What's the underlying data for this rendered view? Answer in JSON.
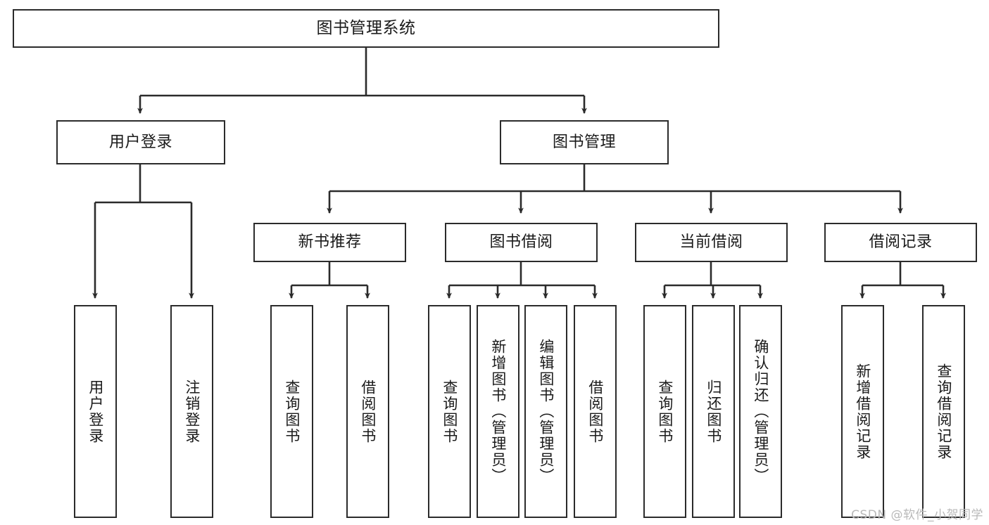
{
  "diagram": {
    "title": "图书管理系统",
    "watermark": "CSDN @软件_小贺同学",
    "stroke_color": "#2b2b2b",
    "background_color": "#ffffff",
    "text_color": "#1a1a1a",
    "watermark_color": "#b9b9b9"
  },
  "nodes": {
    "root": {
      "label": "图书管理系统"
    },
    "level2": [
      {
        "label": "用户登录"
      },
      {
        "label": "图书管理"
      }
    ],
    "level3": [
      {
        "label": "新书推荐"
      },
      {
        "label": "图书借阅"
      },
      {
        "label": "当前借阅"
      },
      {
        "label": "借阅记录"
      }
    ],
    "leaves": [
      {
        "label": "用户登录"
      },
      {
        "label": "注销登录"
      },
      {
        "label": "查询图书"
      },
      {
        "label": "借阅图书"
      },
      {
        "label": "查询图书"
      },
      {
        "label": "新增图书（管理员）"
      },
      {
        "label": "编辑图书（管理员）"
      },
      {
        "label": "借阅图书"
      },
      {
        "label": "查询图书"
      },
      {
        "label": "归还图书"
      },
      {
        "label": "确认归还（管理员）"
      },
      {
        "label": "新增借阅记录"
      },
      {
        "label": "查询借阅记录"
      }
    ]
  }
}
